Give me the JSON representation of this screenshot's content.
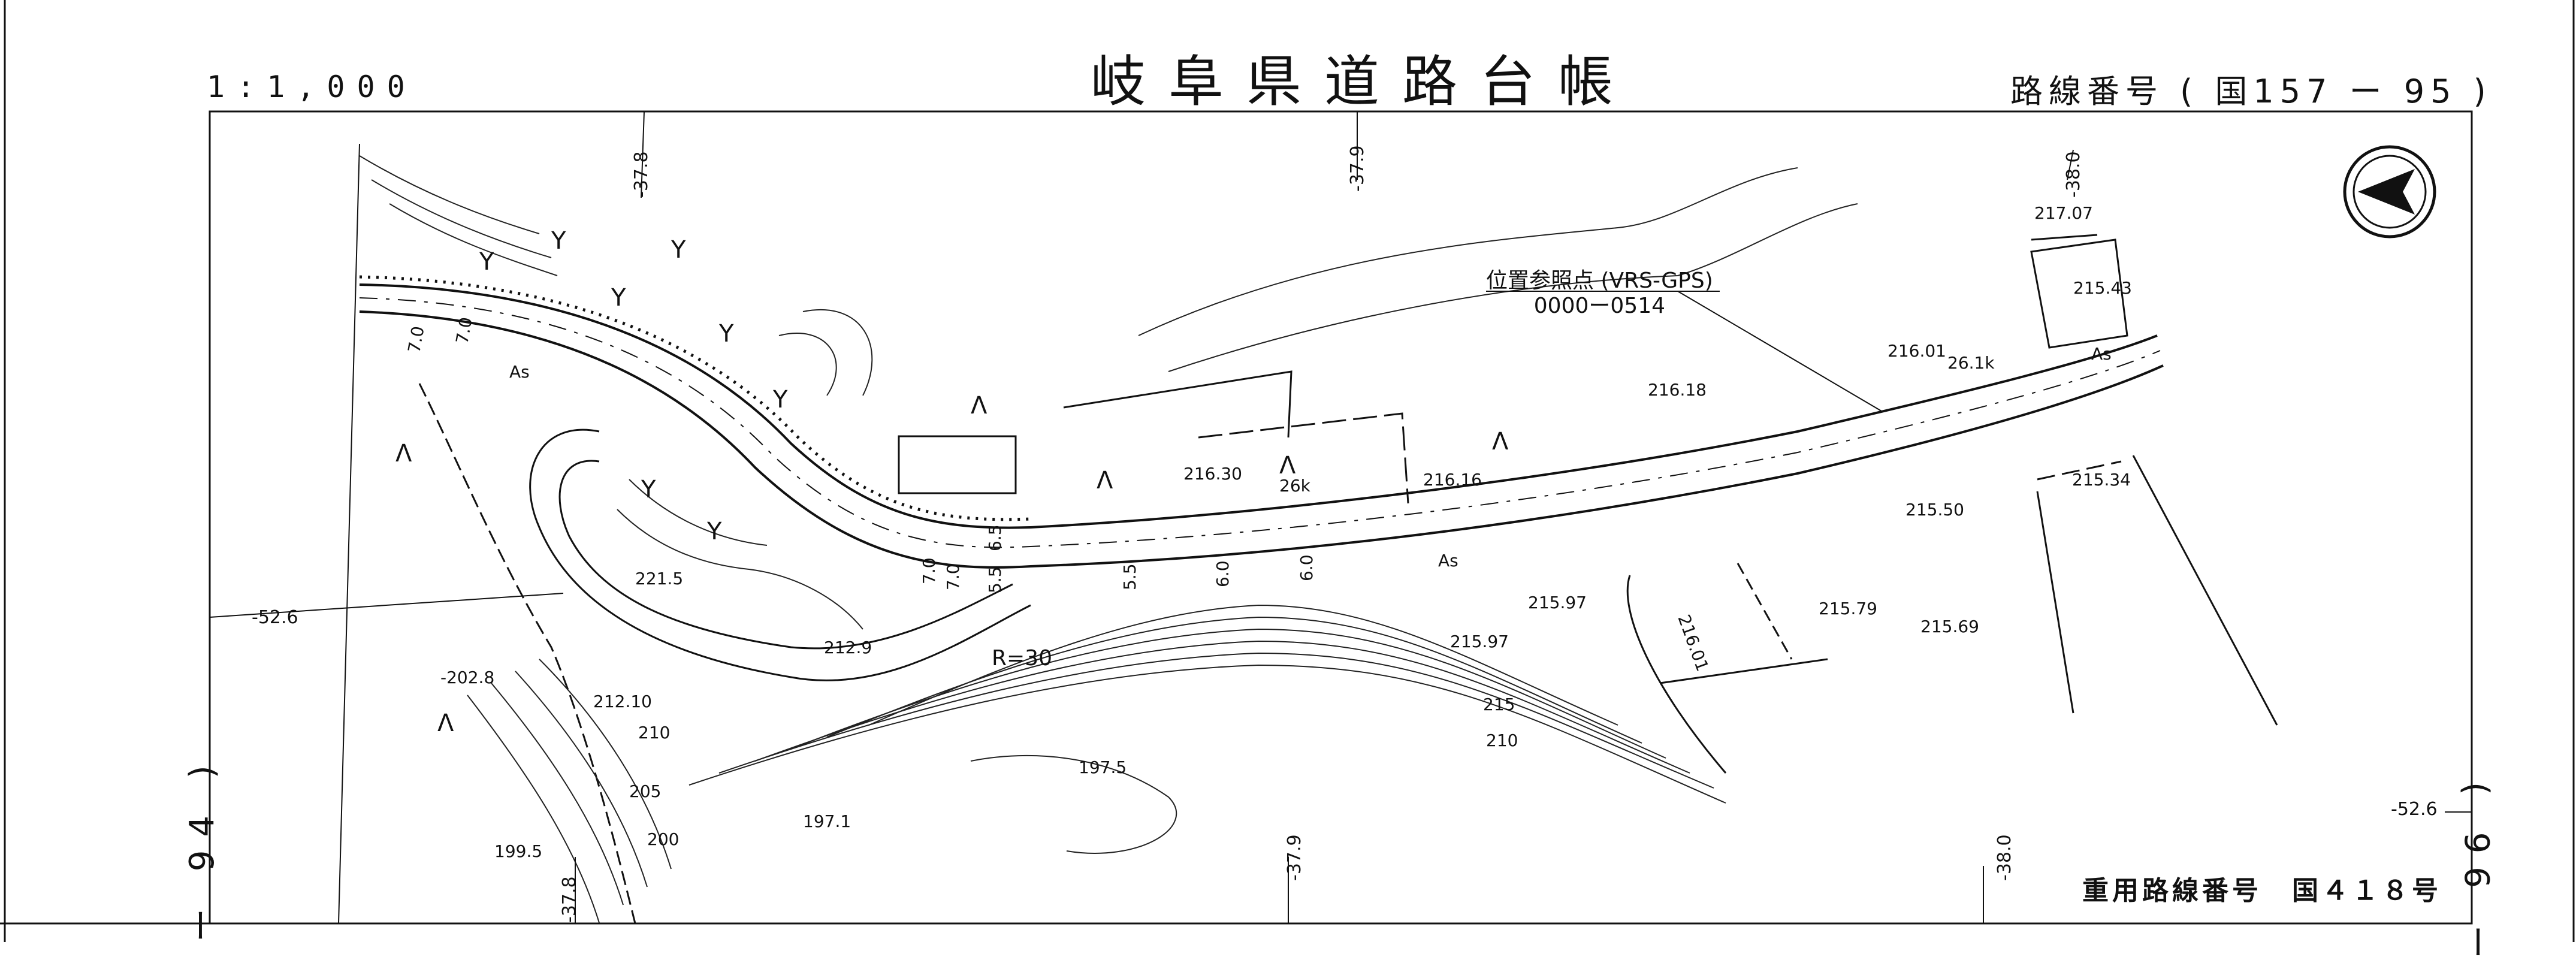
{
  "header": {
    "title": "岐阜県道路台帳",
    "scale": "1:1,000",
    "route_number": "路線番号 ( 国157 ー 95 )"
  },
  "footer": {
    "overlap_route": "重用路線番号　国４１８号"
  },
  "sheet_links": {
    "left": "ー 94 )",
    "right": "( 96 ー"
  },
  "reference_point": {
    "label": "位置参照点 (VRS-GPS)",
    "code": "0000ー0514"
  },
  "margin_values": {
    "left_mid": "-52.6",
    "right_mid": "-52.6",
    "top_left": "-37.8",
    "top_mid": "-37.9",
    "bottom_left": "-37.8",
    "bottom_mid": "-37.9",
    "bottom_right": "-38.0",
    "top_right": "-38.0"
  },
  "elevations": [
    "217.07",
    "215.43",
    "216.01",
    "216.18",
    "216.30",
    "216.16",
    "26k",
    "26.1k",
    "215.97",
    "215.97",
    "216.01",
    "215.79",
    "215.69",
    "215.50",
    "215.34",
    "221.5",
    "212.9",
    "212.10",
    "210",
    "205",
    "200",
    "199.5",
    "197.1",
    "197.5",
    "215",
    "210",
    "-202.8",
    "R=30"
  ],
  "road_labels": [
    "As",
    "As",
    "As",
    "7.0",
    "7.0",
    "5.5",
    "6.0",
    "6.0",
    "5.5",
    "7.0",
    "7.0",
    "6.5"
  ],
  "map_colors": {
    "line": "#111111",
    "background": "#ffffff"
  }
}
